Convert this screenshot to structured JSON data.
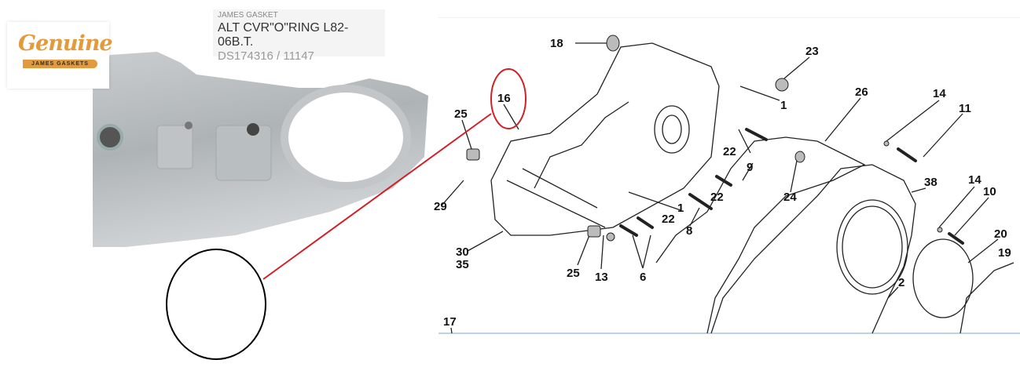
{
  "logo": {
    "script": "Genuine",
    "band": "JAMES GASKETS"
  },
  "product": {
    "brand": "JAMES GASKET",
    "title": "ALT CVR\"O\"RING L82-06B.T.",
    "sku": "DS174316 / 11147"
  },
  "annotation_colors": {
    "highlight": "#d0202a",
    "circle": "#000000"
  },
  "diagram": {
    "callouts": [
      "18",
      "23",
      "1",
      "26",
      "14",
      "11",
      "16",
      "25",
      "22",
      "9",
      "22",
      "29",
      "1",
      "22",
      "8",
      "24",
      "38",
      "14",
      "10",
      "20",
      "19",
      "30",
      "35",
      "25",
      "13",
      "6",
      "2",
      "17"
    ]
  }
}
